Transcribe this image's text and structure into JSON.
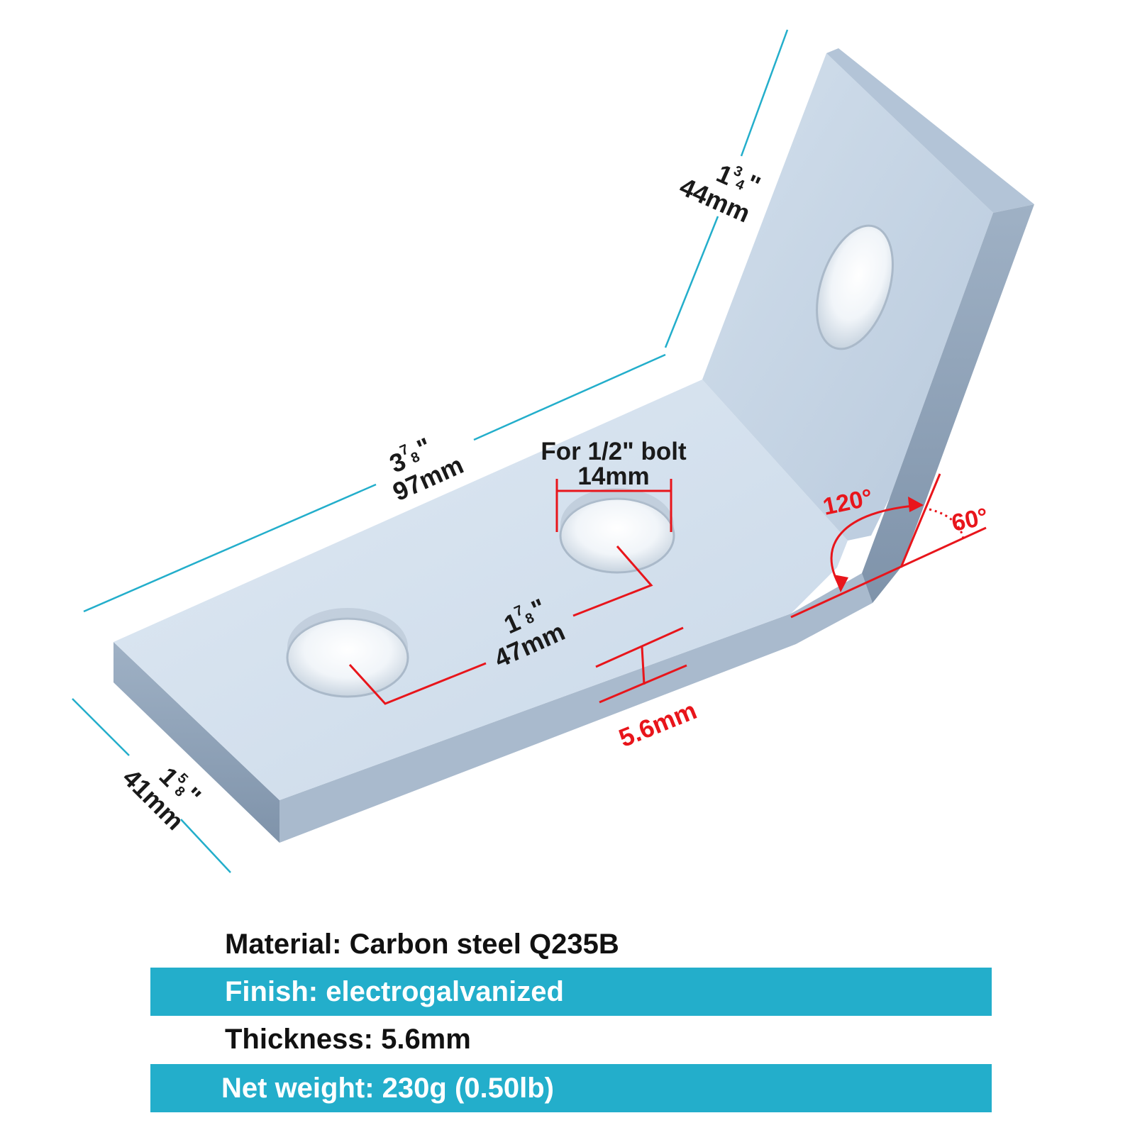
{
  "colors": {
    "accent_teal": "#23aecb",
    "dimension_red": "#e8151b",
    "steel_light": "#d4e1ee",
    "steel_dark": "#8ea3ba"
  },
  "dimensions": {
    "long_leg_frac_whole": "3",
    "long_leg_frac_num": "7",
    "long_leg_frac_den": "8",
    "long_leg_inch_mark": "\"",
    "long_leg_mm": "97mm",
    "short_leg_frac_whole": "1",
    "short_leg_frac_num": "3",
    "short_leg_frac_den": "4",
    "short_leg_inch_mark": "\"",
    "short_leg_mm": "44mm",
    "width_frac_whole": "1",
    "width_frac_num": "5",
    "width_frac_den": "8",
    "width_inch_mark": "\"",
    "width_mm": "41mm",
    "hole_spacing_frac_whole": "1",
    "hole_spacing_frac_num": "7",
    "hole_spacing_frac_den": "8",
    "hole_spacing_inch_mark": "\"",
    "hole_spacing_mm": "47mm",
    "bolt_label": "For 1/2\" bolt",
    "bolt_mm": "14mm",
    "thickness": "5.6mm",
    "angle_inner": "120°",
    "angle_outer": "60°"
  },
  "specs": [
    {
      "text": "Material: Carbon steel Q235B"
    },
    {
      "text": "Finish: electrogalvanized"
    },
    {
      "text": "Thickness: 5.6mm"
    },
    {
      "text": "Net weight: 230g (0.50lb)"
    }
  ]
}
